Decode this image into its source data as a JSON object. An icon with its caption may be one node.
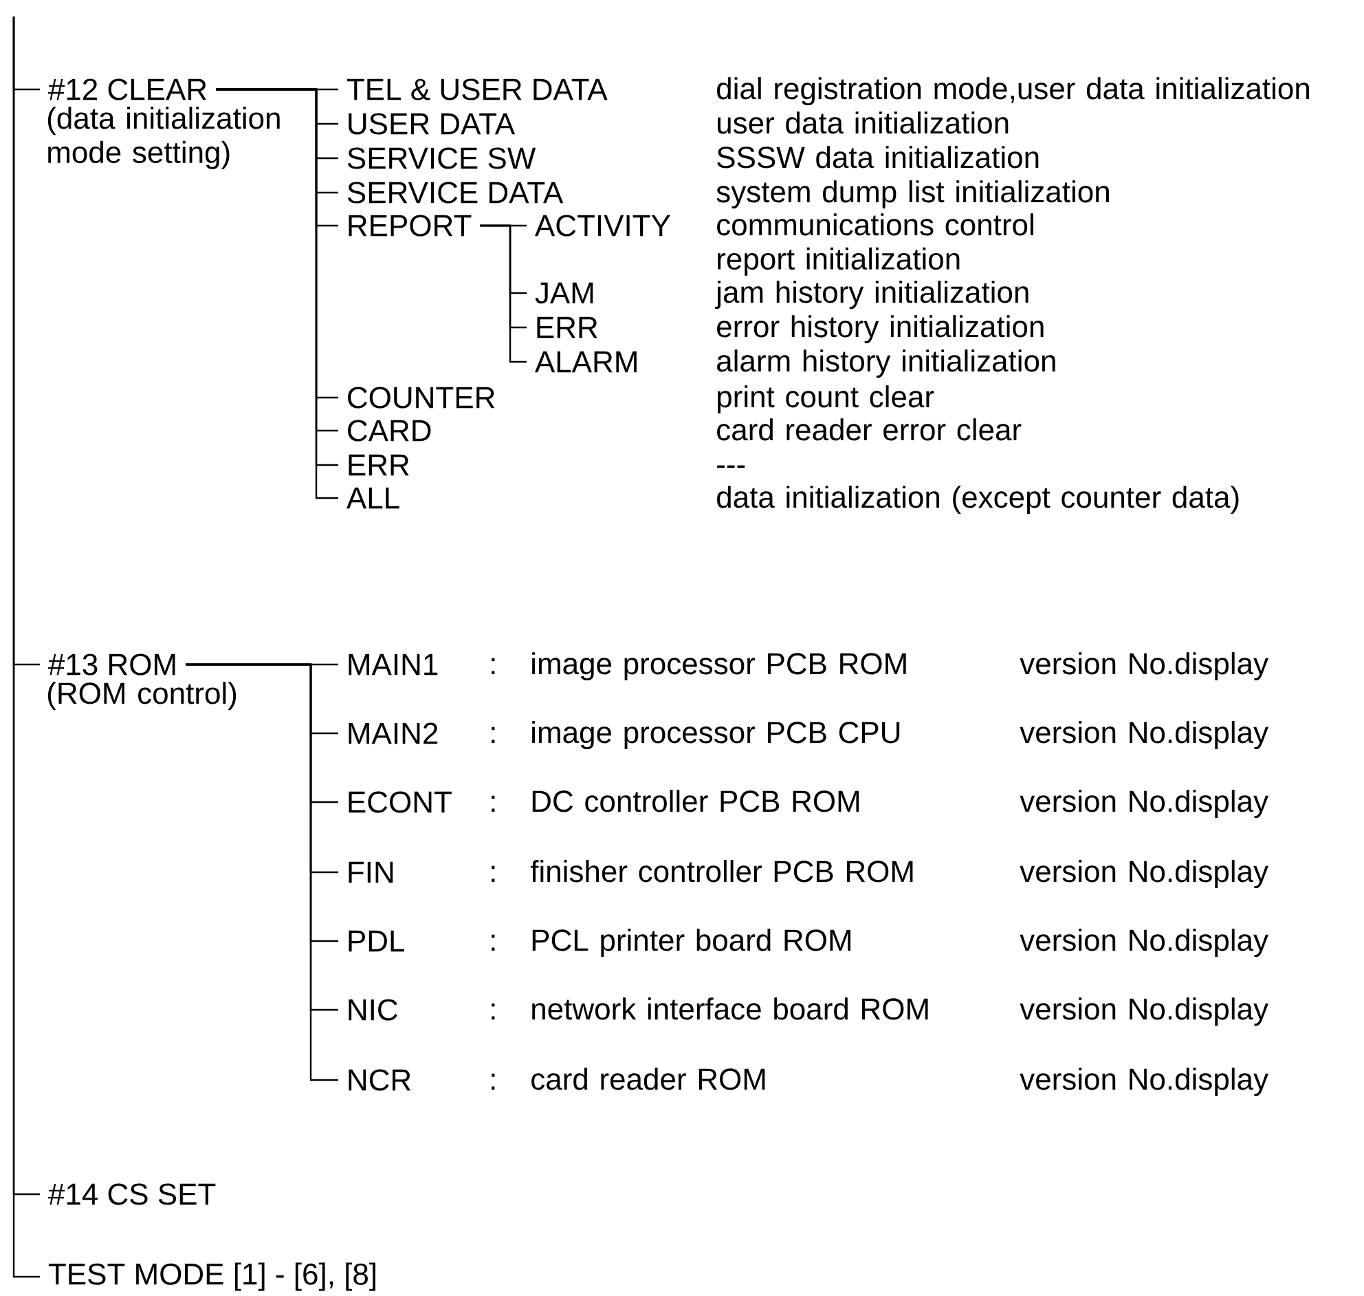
{
  "diagram": {
    "nodes": [
      {
        "text": [
          "#12 CLEAR",
          "(data initialization mode setting)"
        ]
      },
      {
        "text": [
          "TEL & USER DATA"
        ]
      },
      {
        "text": [
          "USER DATA"
        ]
      },
      {
        "text": [
          "SERVICE SW"
        ]
      },
      {
        "text": [
          "SERVICE DATA"
        ]
      },
      {
        "text": [
          "REPORT"
        ]
      },
      {
        "text": [
          "ACTIVITY"
        ]
      },
      {
        "text": [
          "JAM"
        ]
      },
      {
        "text": [
          "ERR"
        ]
      },
      {
        "text": [
          "ALARM"
        ]
      },
      {
        "text": [
          "COUNTER"
        ]
      },
      {
        "text": [
          "CARD"
        ]
      },
      {
        "text": [
          "ERR"
        ]
      },
      {
        "text": [
          "ALL"
        ]
      },
      {
        "text": [
          "#13 ROM",
          "(ROM control)"
        ]
      },
      {
        "text": [
          "MAIN1"
        ]
      },
      {
        "text": [
          "MAIN2"
        ]
      },
      {
        "text": [
          "ECONT"
        ]
      },
      {
        "text": [
          "FIN"
        ]
      },
      {
        "text": [
          "PDL"
        ]
      },
      {
        "text": [
          "NIC"
        ]
      },
      {
        "text": [
          "NCR"
        ]
      },
      {
        "text": [
          "#14 CS SET"
        ]
      },
      {
        "text": [
          "TEST MODE  [1] - [6], [8]"
        ]
      }
    ],
    "edges": [
      {
        "from": null,
        "to": 0,
        "arrow": "none"
      },
      {
        "from": null,
        "to": 14,
        "arrow": "none"
      },
      {
        "from": null,
        "to": 22,
        "arrow": "none"
      },
      {
        "from": null,
        "to": 23,
        "arrow": "none"
      },
      {
        "from": 0,
        "to": 1,
        "arrow": "none"
      },
      {
        "from": 0,
        "to": 2,
        "arrow": "none"
      },
      {
        "from": 0,
        "to": 3,
        "arrow": "none"
      },
      {
        "from": 0,
        "to": 4,
        "arrow": "none"
      },
      {
        "from": 0,
        "to": 5,
        "arrow": "none"
      },
      {
        "from": 0,
        "to": 10,
        "arrow": "none"
      },
      {
        "from": 0,
        "to": 11,
        "arrow": "none"
      },
      {
        "from": 0,
        "to": 12,
        "arrow": "none"
      },
      {
        "from": 0,
        "to": 13,
        "arrow": "none"
      },
      {
        "from": 5,
        "to": 6,
        "arrow": "none"
      },
      {
        "from": 5,
        "to": 7,
        "arrow": "none"
      },
      {
        "from": 5,
        "to": 8,
        "arrow": "none"
      },
      {
        "from": 5,
        "to": 9,
        "arrow": "none"
      },
      {
        "from": 14,
        "to": 15,
        "arrow": "none"
      },
      {
        "from": 14,
        "to": 16,
        "arrow": "none"
      },
      {
        "from": 14,
        "to": 17,
        "arrow": "none"
      },
      {
        "from": 14,
        "to": 18,
        "arrow": "none"
      },
      {
        "from": 14,
        "to": 19,
        "arrow": "none"
      },
      {
        "from": 14,
        "to": 20,
        "arrow": "none"
      },
      {
        "from": 14,
        "to": 21,
        "arrow": "none"
      }
    ],
    "labels": [
      "dial registration mode,user data initialization",
      "user data initialization",
      "SSSW data initialization",
      "system dump list initialization",
      "communications control report initialization",
      "jam history initialization",
      "error history initialization",
      "alarm history initialization",
      "print count clear",
      "card reader error clear",
      "---",
      "data initialization (except counter data)",
      ":",
      "image processor PCB ROM",
      "version No.display",
      ":",
      "image processor PCB CPU",
      "version No.display",
      ":",
      "DC controller PCB ROM",
      "version No.display",
      ":",
      "finisher controller PCB ROM",
      "version No.display",
      ":",
      "PCL printer board ROM",
      "version No.display",
      ":",
      "network interface board ROM",
      "version No.display",
      ":",
      "card reader ROM",
      "version No.display"
    ]
  }
}
